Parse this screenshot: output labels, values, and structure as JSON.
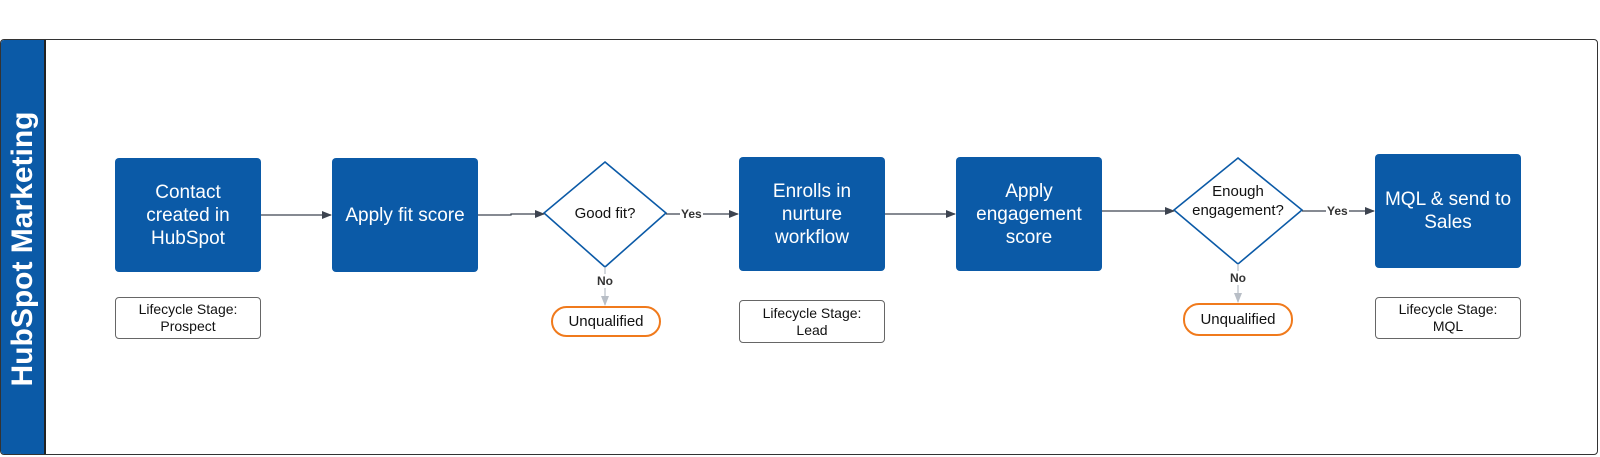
{
  "lane": {
    "title": "HubSpot Marketing"
  },
  "steps": {
    "contact_created": "Contact created in HubSpot",
    "apply_fit": "Apply fit score",
    "enrolls_nurture": "Enrolls in nurture workflow",
    "apply_engagement": "Apply engagement score",
    "mql_send": "MQL & send to Sales"
  },
  "decisions": {
    "good_fit": "Good fit?",
    "enough_engagement": "Enough engagement?"
  },
  "notes": {
    "prospect": "Lifecycle Stage: Prospect",
    "lead": "Lifecycle Stage: Lead",
    "mql": "Lifecycle Stage: MQL"
  },
  "terminals": {
    "unqualified_1": "Unqualified",
    "unqualified_2": "Unqualified"
  },
  "edge_labels": {
    "good_fit_yes": "Yes",
    "good_fit_no": "No",
    "engagement_yes": "Yes",
    "engagement_no": "No"
  },
  "colors": {
    "process_fill": "#0b5aa7",
    "decision_stroke": "#0b5aa7",
    "terminal_stroke": "#f07a1c",
    "connector": "#3d4450"
  }
}
